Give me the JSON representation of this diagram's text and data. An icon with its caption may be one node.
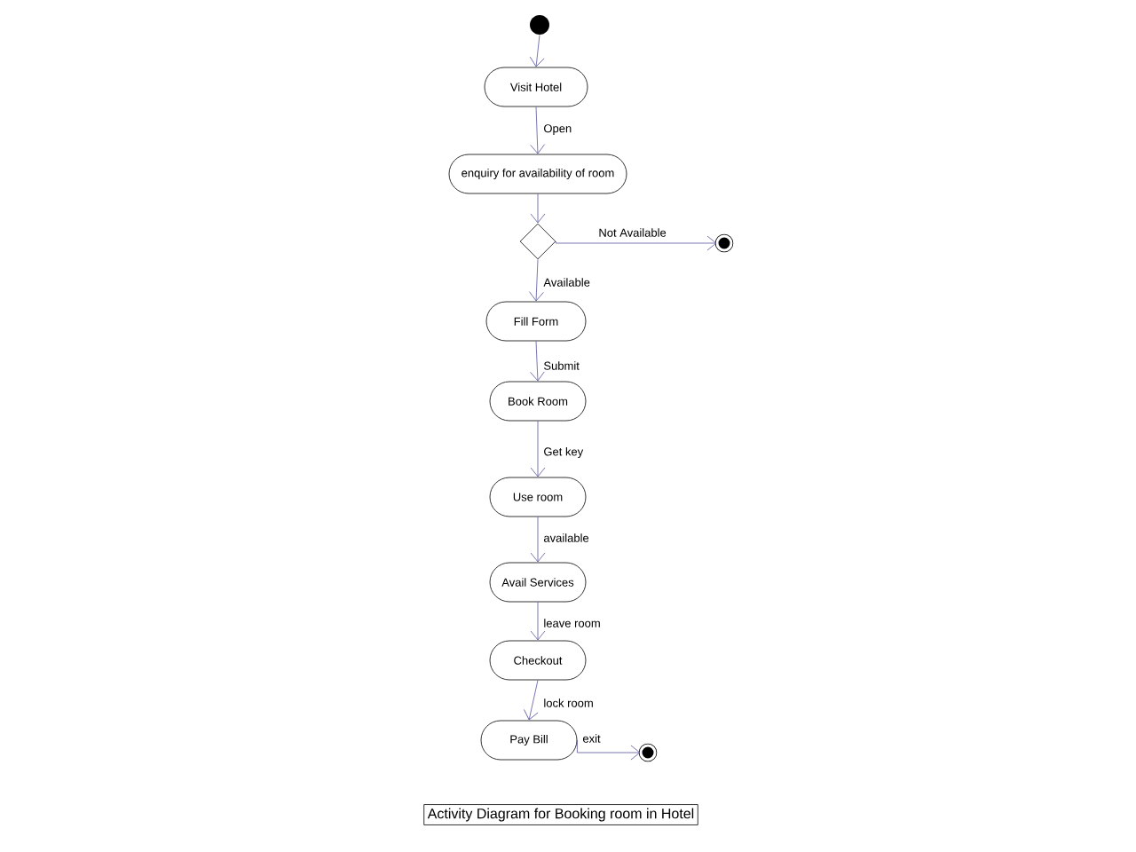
{
  "diagram": {
    "caption": "Activity Diagram for Booking room in Hotel",
    "nodes": [
      {
        "text": [],
        "shape": "circle"
      },
      {
        "text": [
          "Visit Hotel"
        ]
      },
      {
        "text": [
          "enquiry for availability of room"
        ]
      },
      {
        "text": [],
        "shape": "diamond"
      },
      {
        "text": [],
        "shape": "bullseye"
      },
      {
        "text": [
          "Fill Form"
        ]
      },
      {
        "text": [
          "Book Room"
        ]
      },
      {
        "text": [
          "Use room"
        ]
      },
      {
        "text": [
          "Avail Services"
        ]
      },
      {
        "text": [
          "Checkout"
        ]
      },
      {
        "text": [
          "Pay Bill"
        ]
      },
      {
        "text": [],
        "shape": "bullseye"
      }
    ],
    "edges": [
      {
        "from": 0,
        "to": 1,
        "arrow": "to"
      },
      {
        "from": 1,
        "to": 2,
        "arrow": "to",
        "label": "Open"
      },
      {
        "from": 2,
        "to": 3,
        "arrow": "to"
      },
      {
        "from": 3,
        "to": 4,
        "arrow": "to",
        "label": "Not Available"
      },
      {
        "from": 3,
        "to": 5,
        "arrow": "to",
        "label": "Available"
      },
      {
        "from": 5,
        "to": 6,
        "arrow": "to",
        "label": "Submit"
      },
      {
        "from": 6,
        "to": 7,
        "arrow": "to",
        "label": "Get key"
      },
      {
        "from": 7,
        "to": 8,
        "arrow": "to",
        "label": "available"
      },
      {
        "from": 8,
        "to": 9,
        "arrow": "to",
        "label": "leave room"
      },
      {
        "from": 9,
        "to": 10,
        "arrow": "to",
        "label": "lock room"
      },
      {
        "from": 10,
        "to": 11,
        "arrow": "to",
        "label": "exit"
      }
    ]
  }
}
